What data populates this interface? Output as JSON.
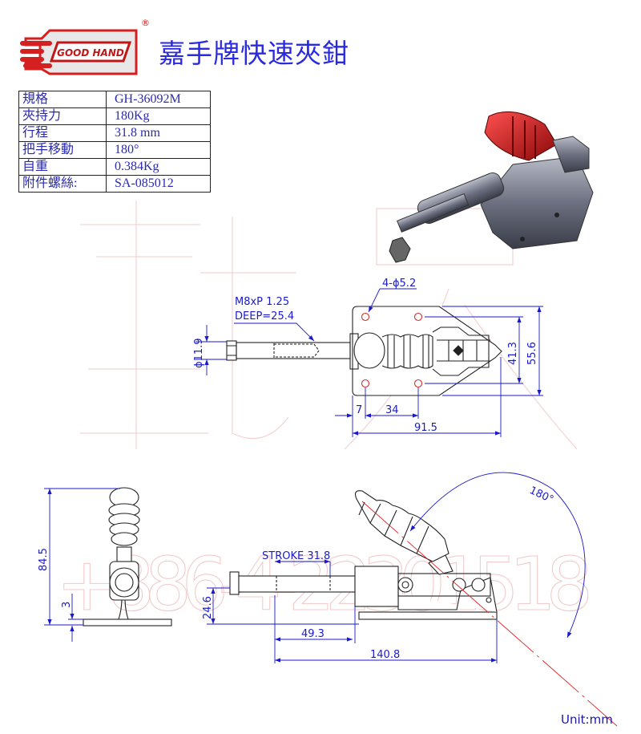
{
  "header": {
    "logo_text": "GOOD HAND",
    "logo_mark": "®",
    "title": "嘉手牌快速夾鉗"
  },
  "spec_table": [
    {
      "label": "規格",
      "value": "GH-36092M"
    },
    {
      "label": "夾持力",
      "value": "180Kg"
    },
    {
      "label": "行程",
      "value": "31.8 mm"
    },
    {
      "label": "把手移動",
      "value": "180°"
    },
    {
      "label": "自重",
      "value": "0.384Kg"
    },
    {
      "label": "附件螺絲:",
      "value": "SA-085012"
    }
  ],
  "watermark": {
    "phone": "+886-4-22301518"
  },
  "top_view": {
    "hole_note": "4-ϕ5.2",
    "thread_note": "M8xP 1.25",
    "deep_note": "DEEP=25.4",
    "dia": "ϕ11.9",
    "dim_7": "7",
    "dim_34": "34",
    "dim_91_5": "91.5",
    "dim_41_3": "41.3",
    "dim_55_6": "55.6"
  },
  "side_view": {
    "dim_84_5": "84.5",
    "dim_3": "3",
    "stroke": "STROKE 31.8",
    "dim_24_6": "24.6",
    "dim_49_3": "49.3",
    "dim_140_8": "140.8",
    "angle": "180°"
  },
  "footer": {
    "unit": "Unit:mm"
  },
  "colors": {
    "dimension": "#1a1acc",
    "logo_red": "#d42020",
    "centerline": "#e02020"
  }
}
